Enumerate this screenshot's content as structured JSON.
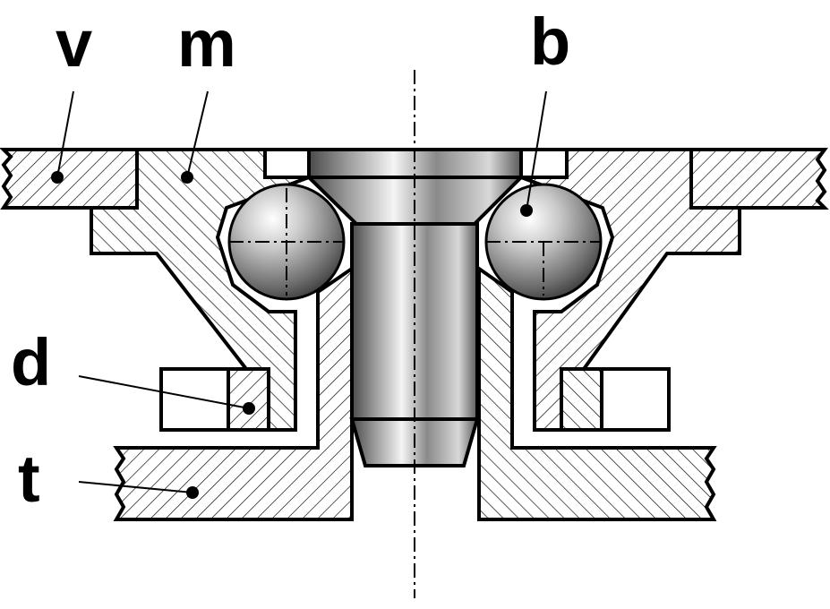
{
  "labels": {
    "v": "v",
    "m": "m",
    "b": "b",
    "d": "d",
    "t": "t"
  },
  "colors": {
    "line": "#000000",
    "background": "#ffffff",
    "steel_dark": "#5a5a5a",
    "steel_light": "#f2f2f2"
  }
}
